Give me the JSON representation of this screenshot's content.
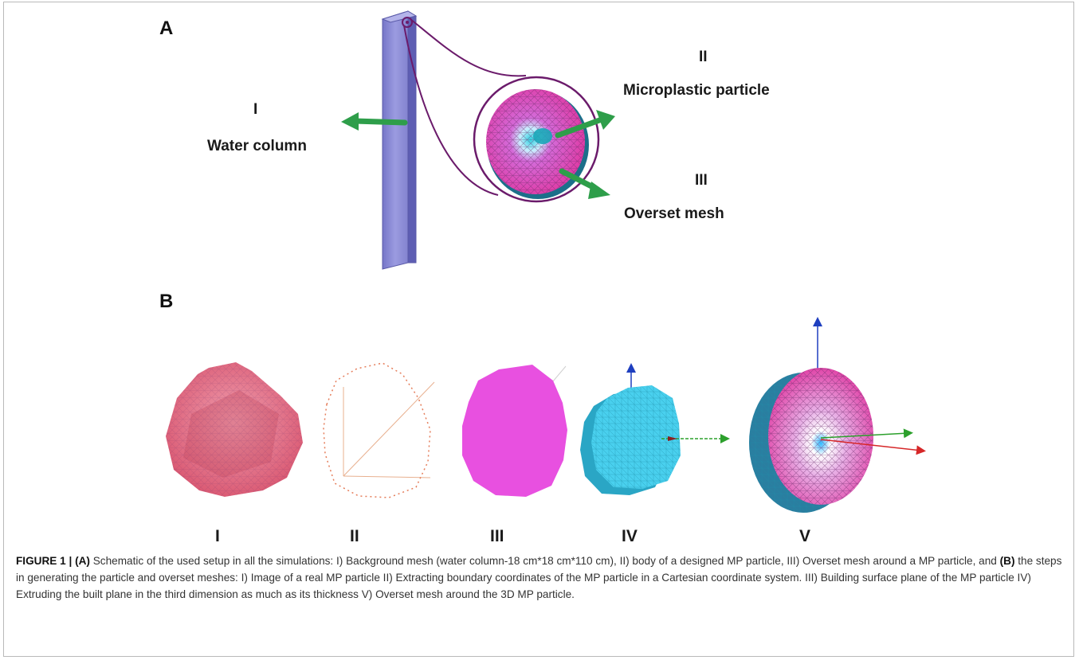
{
  "panelA": {
    "letter": "A",
    "labels": {
      "water_numeral": "I",
      "water_text": "Water column",
      "particle_numeral": "II",
      "particle_text": "Microplastic particle",
      "overset_numeral": "III",
      "overset_text": "Overset mesh"
    }
  },
  "panelB": {
    "letter": "B",
    "steps": [
      "I",
      "II",
      "III",
      "IV",
      "V"
    ]
  },
  "caption": {
    "figure_label": "FIGURE 1 | ",
    "a_label": "(A)",
    "text1": " Schematic of the used setup in all the simulations: I) Background mesh (water column-18 cm*18 cm*110 cm), II) body of a designed MP particle, III) Overset mesh around a MP particle, and ",
    "b_label": "(B)",
    "text2": " the steps in generating the particle and overset meshes: I) Image of a real MP particle II) Extracting boundary coordinates of the MP particle in a Cartesian coordinate system. III) Building surface plane of the MP particle IV) Extruding the built plane in the third dimension as much as its thickness V) Overset mesh around the 3D MP particle."
  },
  "colors": {
    "column": "#8c8cd6",
    "magenta": "#e0359f",
    "cyan": "#3cc3e3",
    "green_arrow": "#2e9e4a",
    "ring": "#6b1b6b"
  }
}
